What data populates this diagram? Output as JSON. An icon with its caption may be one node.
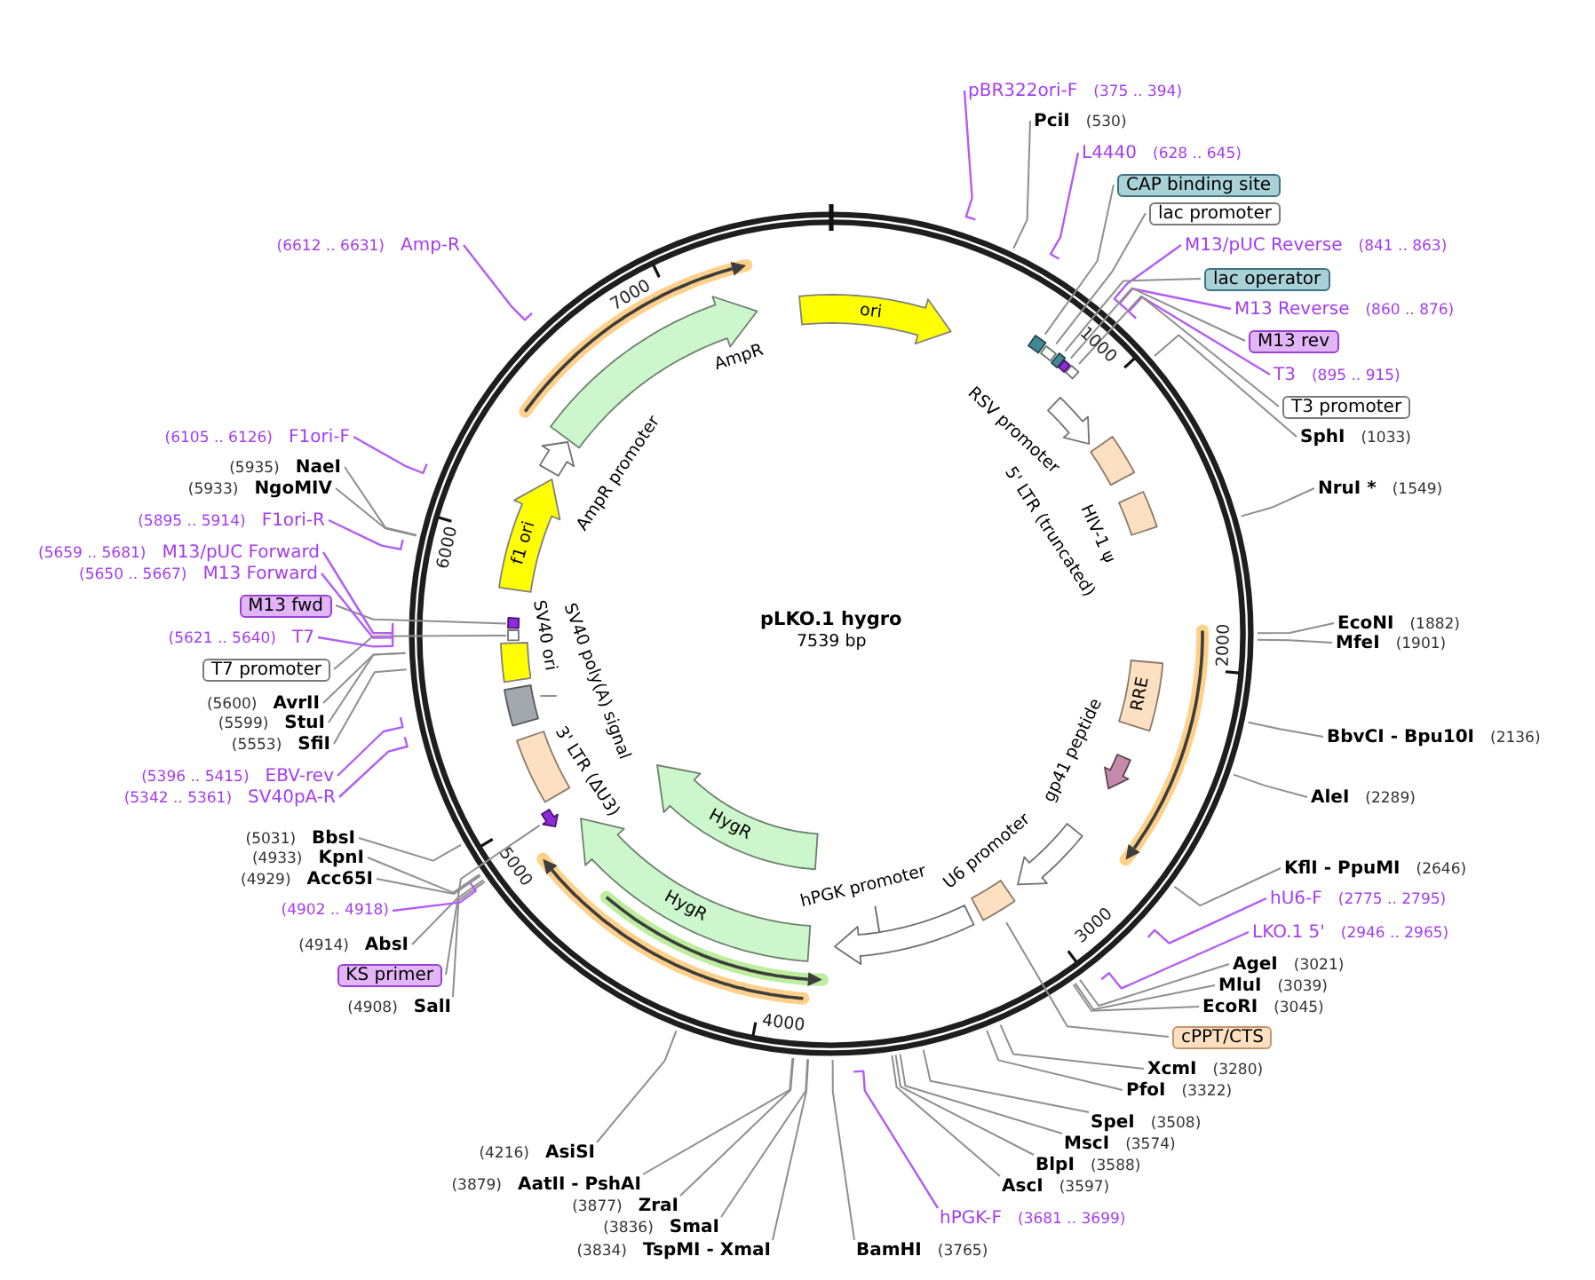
{
  "diagram": {
    "title": "pLKO.1 hygro",
    "nodes": [
      {
        "text": [
          "pBR322ori-F",
          "(375 .. 394)"
        ]
      },
      {
        "text": [
          "PciI",
          "(530)"
        ]
      },
      {
        "text": [
          "L4440",
          "(628 .. 645)"
        ]
      },
      {
        "text": [
          "CAP binding site"
        ]
      },
      {
        "text": [
          "lac promoter"
        ]
      },
      {
        "text": [
          "M13/pUC Reverse",
          "(841 .. 863)"
        ]
      },
      {
        "text": [
          "lac operator"
        ]
      },
      {
        "text": [
          "M13 Reverse",
          "(860 .. 876)"
        ]
      },
      {
        "text": [
          "M13 rev"
        ]
      },
      {
        "text": [
          "T3",
          "(895 .. 915)"
        ]
      },
      {
        "text": [
          "T3 promoter"
        ]
      },
      {
        "text": [
          "SphI",
          "(1033)"
        ]
      },
      {
        "text": [
          "NruI *",
          "(1549)"
        ]
      },
      {
        "text": [
          "EcoNI",
          "(1882)"
        ]
      },
      {
        "text": [
          "MfeI",
          "(1901)"
        ]
      },
      {
        "text": [
          "BbvCI - Bpu10I",
          "(2136)"
        ]
      },
      {
        "text": [
          "AleI",
          "(2289)"
        ]
      },
      {
        "text": [
          "KflI - PpuMI",
          "(2646)"
        ]
      },
      {
        "text": [
          "hU6-F",
          "(2775 .. 2795)"
        ]
      },
      {
        "text": [
          "LKO.1 5'",
          "(2946 .. 2965)"
        ]
      },
      {
        "text": [
          "AgeI",
          "(3021)"
        ]
      },
      {
        "text": [
          "MluI",
          "(3039)"
        ]
      },
      {
        "text": [
          "EcoRI",
          "(3045)"
        ]
      },
      {
        "text": [
          "cPPT/CTS"
        ]
      },
      {
        "text": [
          "XcmI",
          "(3280)"
        ]
      },
      {
        "text": [
          "PfoI",
          "(3322)"
        ]
      },
      {
        "text": [
          "SpeI",
          "(3508)"
        ]
      },
      {
        "text": [
          "MscI",
          "(3574)"
        ]
      },
      {
        "text": [
          "BlpI",
          "(3588)"
        ]
      },
      {
        "text": [
          "AscI",
          "(3597)"
        ]
      },
      {
        "text": [
          "hPGK-F",
          "(3681 .. 3699)"
        ]
      },
      {
        "text": [
          "BamHI",
          "(3765)"
        ]
      },
      {
        "text": [
          "(3834)",
          "TspMI - XmaI"
        ]
      },
      {
        "text": [
          "(3836)",
          "SmaI"
        ]
      },
      {
        "text": [
          "(3877)",
          "ZraI"
        ]
      },
      {
        "text": [
          "(3879)",
          "AatII - PshAI"
        ]
      },
      {
        "text": [
          "(4216)",
          "AsiSI"
        ]
      },
      {
        "text": [
          "(4908)",
          "SalI"
        ]
      },
      {
        "text": [
          "KS primer"
        ]
      },
      {
        "text": [
          "(4914)",
          "AbsI"
        ]
      },
      {
        "text": [
          "(4902 .. 4918)"
        ]
      },
      {
        "text": [
          "(4929)",
          "Acc65I"
        ]
      },
      {
        "text": [
          "(4933)",
          "KpnI"
        ]
      },
      {
        "text": [
          "(5031)",
          "BbsI"
        ]
      },
      {
        "text": [
          "(5342 .. 5361)",
          "SV40pA-R"
        ]
      },
      {
        "text": [
          "(5396 .. 5415)",
          "EBV-rev"
        ]
      },
      {
        "text": [
          "(5553)",
          "SfiI"
        ]
      },
      {
        "text": [
          "(5599)",
          "StuI"
        ]
      },
      {
        "text": [
          "(5600)",
          "AvrII"
        ]
      },
      {
        "text": [
          "T7 promoter"
        ]
      },
      {
        "text": [
          "(5621 .. 5640)",
          "T7"
        ]
      },
      {
        "text": [
          "M13 fwd"
        ]
      },
      {
        "text": [
          "(5650 .. 5667)",
          "M13 Forward"
        ]
      },
      {
        "text": [
          "(5659 .. 5681)",
          "M13/pUC Forward"
        ]
      },
      {
        "text": [
          "(5895 .. 5914)",
          "F1ori-R"
        ]
      },
      {
        "text": [
          "(5933)",
          "NgoMIV"
        ]
      },
      {
        "text": [
          "(5935)",
          "NaeI"
        ]
      },
      {
        "text": [
          "(6105 .. 6126)",
          "F1ori-F"
        ]
      },
      {
        "text": [
          "(6612 .. 6631)",
          "Amp-R"
        ]
      },
      {
        "text": [
          "ori"
        ]
      },
      {
        "text": [],
        "shape": "arrow",
        "beside": [
          "RSV promoter"
        ]
      },
      {
        "text": [],
        "shape": "box",
        "beside": [
          "5' LTR (truncated)"
        ]
      },
      {
        "text": [],
        "shape": "box",
        "beside": [
          "HIV-1 ψ"
        ]
      },
      {
        "text": [
          "RRE"
        ]
      },
      {
        "text": [],
        "shape": "arrow",
        "beside": [
          "gp41 peptide"
        ]
      },
      {
        "text": [],
        "shape": "arrow",
        "beside": [
          "U6 promoter"
        ]
      },
      {
        "text": [],
        "shape": "arrow",
        "beside": [
          "hPGK promoter"
        ]
      },
      {
        "text": [
          "HygR"
        ]
      },
      {
        "text": [
          "HygR"
        ]
      },
      {
        "text": [],
        "shape": "box",
        "beside": [
          "3' LTR (ΔU3)"
        ]
      },
      {
        "text": [],
        "shape": "box"
      },
      {
        "text": [
          "SV40 poly(A) signal"
        ]
      },
      {
        "text": [],
        "shape": "box",
        "beside": [
          "SV40 ori"
        ]
      },
      {
        "text": [
          "f1 ori"
        ]
      },
      {
        "text": [],
        "shape": "arrow",
        "beside": [
          "AmpR promoter"
        ]
      },
      {
        "text": [],
        "shape": "arrow",
        "beside": [
          "AmpR"
        ]
      },
      {
        "text": [],
        "shape": "box"
      },
      {
        "text": [],
        "shape": "box"
      },
      {
        "text": [],
        "shape": "box"
      },
      {
        "text": [],
        "shape": "box"
      },
      {
        "text": [],
        "shape": "box"
      },
      {
        "text": [],
        "shape": "box"
      },
      {
        "text": [],
        "shape": "arrow"
      },
      {
        "text": [],
        "shape": "box"
      },
      {
        "text": [],
        "shape": "box"
      }
    ],
    "edges": [
      {
        "from": 0,
        "to": null,
        "arrow": "none",
        "color": "#b35cf5"
      },
      {
        "from": 1,
        "to": null,
        "arrow": "none"
      },
      {
        "from": 2,
        "to": null,
        "arrow": "none",
        "color": "#b35cf5"
      },
      {
        "from": 3,
        "to": 76,
        "arrow": "none"
      },
      {
        "from": 4,
        "to": 77,
        "arrow": "none"
      },
      {
        "from": 5,
        "to": null,
        "arrow": "none",
        "color": "#b35cf5"
      },
      {
        "from": 6,
        "to": 78,
        "arrow": "none"
      },
      {
        "from": 7,
        "to": null,
        "arrow": "none",
        "color": "#b35cf5"
      },
      {
        "from": 8,
        "to": 79,
        "arrow": "none"
      },
      {
        "from": 9,
        "to": null,
        "arrow": "none",
        "color": "#b35cf5"
      },
      {
        "from": 10,
        "to": 80,
        "arrow": "none"
      },
      {
        "from": 11,
        "to": null,
        "arrow": "none"
      },
      {
        "from": 12,
        "to": null,
        "arrow": "none"
      },
      {
        "from": 13,
        "to": null,
        "arrow": "none"
      },
      {
        "from": 14,
        "to": null,
        "arrow": "none"
      },
      {
        "from": 15,
        "to": null,
        "arrow": "none"
      },
      {
        "from": 16,
        "to": null,
        "arrow": "none"
      },
      {
        "from": 17,
        "to": null,
        "arrow": "none"
      },
      {
        "from": 18,
        "to": null,
        "arrow": "none",
        "color": "#b35cf5"
      },
      {
        "from": 19,
        "to": null,
        "arrow": "none",
        "color": "#b35cf5"
      },
      {
        "from": 20,
        "to": null,
        "arrow": "none"
      },
      {
        "from": 21,
        "to": null,
        "arrow": "none"
      },
      {
        "from": 22,
        "to": null,
        "arrow": "none"
      },
      {
        "from": 23,
        "to": 81,
        "arrow": "none"
      },
      {
        "from": 24,
        "to": null,
        "arrow": "none"
      },
      {
        "from": 25,
        "to": null,
        "arrow": "none"
      },
      {
        "from": 26,
        "to": null,
        "arrow": "none"
      },
      {
        "from": 27,
        "to": null,
        "arrow": "none"
      },
      {
        "from": 28,
        "to": null,
        "arrow": "none"
      },
      {
        "from": 29,
        "to": null,
        "arrow": "none"
      },
      {
        "from": 30,
        "to": null,
        "arrow": "none",
        "color": "#b35cf5"
      },
      {
        "from": 31,
        "to": null,
        "arrow": "none"
      },
      {
        "from": 32,
        "to": null,
        "arrow": "none"
      },
      {
        "from": 33,
        "to": null,
        "arrow": "none"
      },
      {
        "from": 34,
        "to": null,
        "arrow": "none"
      },
      {
        "from": 35,
        "to": null,
        "arrow": "none"
      },
      {
        "from": 36,
        "to": null,
        "arrow": "none"
      },
      {
        "from": 37,
        "to": null,
        "arrow": "none"
      },
      {
        "from": 38,
        "to": 82,
        "arrow": "none"
      },
      {
        "from": 39,
        "to": null,
        "arrow": "none"
      },
      {
        "from": 40,
        "to": null,
        "arrow": "none",
        "color": "#b35cf5"
      },
      {
        "from": 41,
        "to": null,
        "arrow": "none"
      },
      {
        "from": 42,
        "to": null,
        "arrow": "none"
      },
      {
        "from": 43,
        "to": null,
        "arrow": "none"
      },
      {
        "from": 44,
        "to": null,
        "arrow": "none",
        "color": "#b35cf5"
      },
      {
        "from": 45,
        "to": null,
        "arrow": "none",
        "color": "#b35cf5"
      },
      {
        "from": 46,
        "to": null,
        "arrow": "none"
      },
      {
        "from": 47,
        "to": null,
        "arrow": "none"
      },
      {
        "from": 48,
        "to": null,
        "arrow": "none"
      },
      {
        "from": 49,
        "to": 83,
        "arrow": "none"
      },
      {
        "from": 50,
        "to": null,
        "arrow": "none",
        "color": "#b35cf5"
      },
      {
        "from": 51,
        "to": 84,
        "arrow": "none"
      },
      {
        "from": 52,
        "to": null,
        "arrow": "none",
        "color": "#b35cf5"
      },
      {
        "from": 53,
        "to": null,
        "arrow": "none",
        "color": "#b35cf5"
      },
      {
        "from": 54,
        "to": null,
        "arrow": "none",
        "color": "#b35cf5"
      },
      {
        "from": 55,
        "to": null,
        "arrow": "none"
      },
      {
        "from": 56,
        "to": null,
        "arrow": "none"
      },
      {
        "from": 57,
        "to": null,
        "arrow": "none",
        "color": "#b35cf5"
      },
      {
        "from": 58,
        "to": null,
        "arrow": "none",
        "color": "#b35cf5"
      },
      {
        "from": 71,
        "to": 70,
        "arrow": "none"
      }
    ],
    "labels": [
      "1000",
      "2000",
      "3000",
      "4000",
      "5000",
      "6000",
      "7000",
      "7539 bp"
    ]
  }
}
